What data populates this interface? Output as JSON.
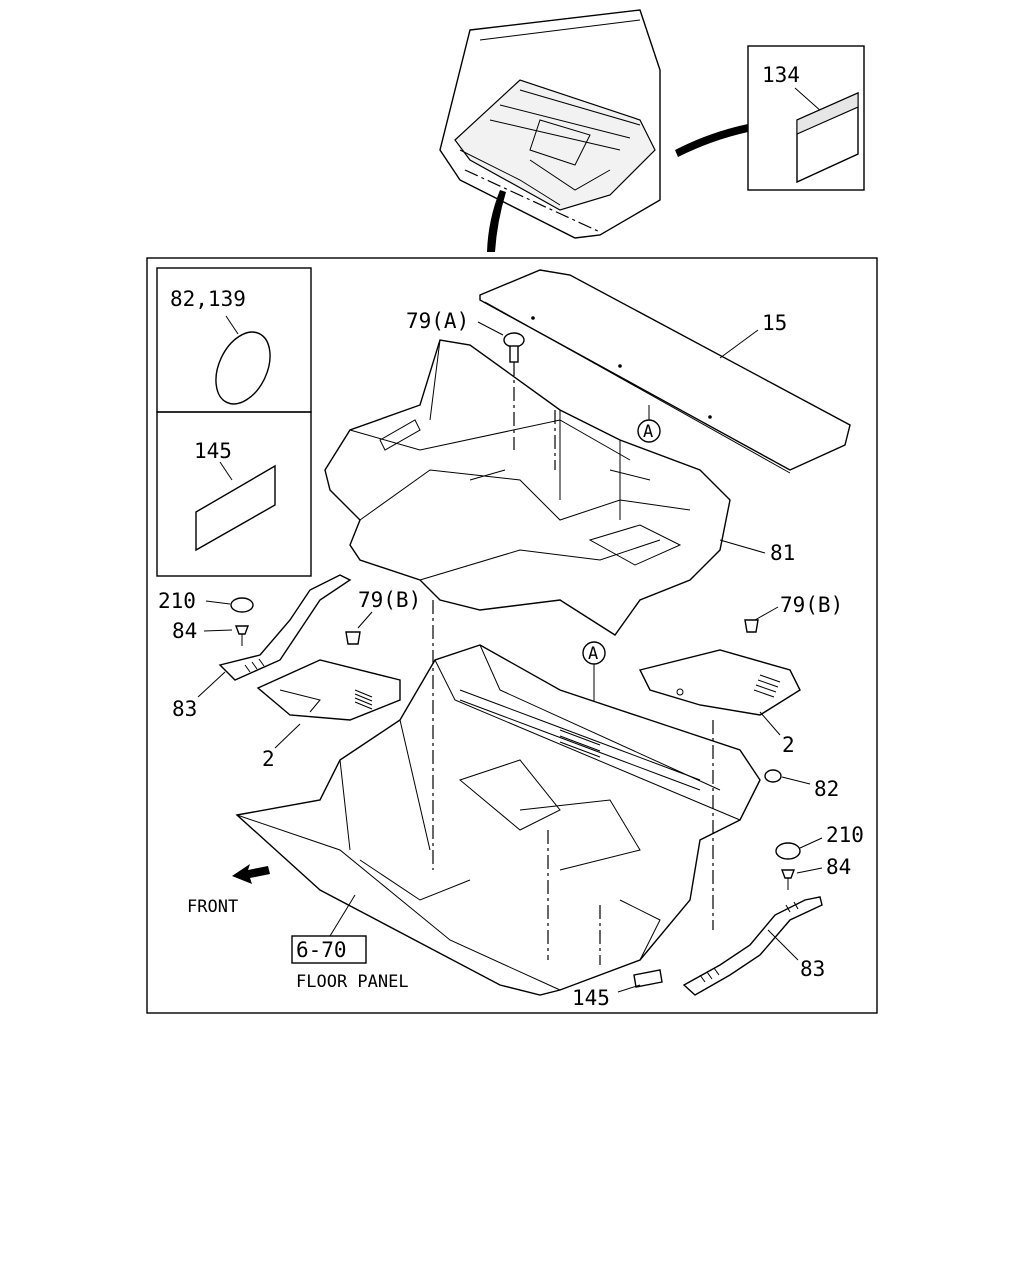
{
  "labels": {
    "p134": "134",
    "p82_139": "82,139",
    "p145_inset": "145",
    "p79a": "79(A)",
    "p15": "15",
    "circle_a_upper": "A",
    "p81": "81",
    "p210_left": "210",
    "p84_left": "84",
    "p83_left": "83",
    "p79b_left": "79(B)",
    "p2_left": "2",
    "circle_a_lower": "A",
    "p79b_right": "79(B)",
    "p2_right": "2",
    "p82": "82",
    "p210_right": "210",
    "p84_right": "84",
    "p83_right": "83",
    "front": "FRONT",
    "ref_box": "6-70",
    "floor_panel": "FLOOR PANEL",
    "p145_bottom": "145"
  }
}
